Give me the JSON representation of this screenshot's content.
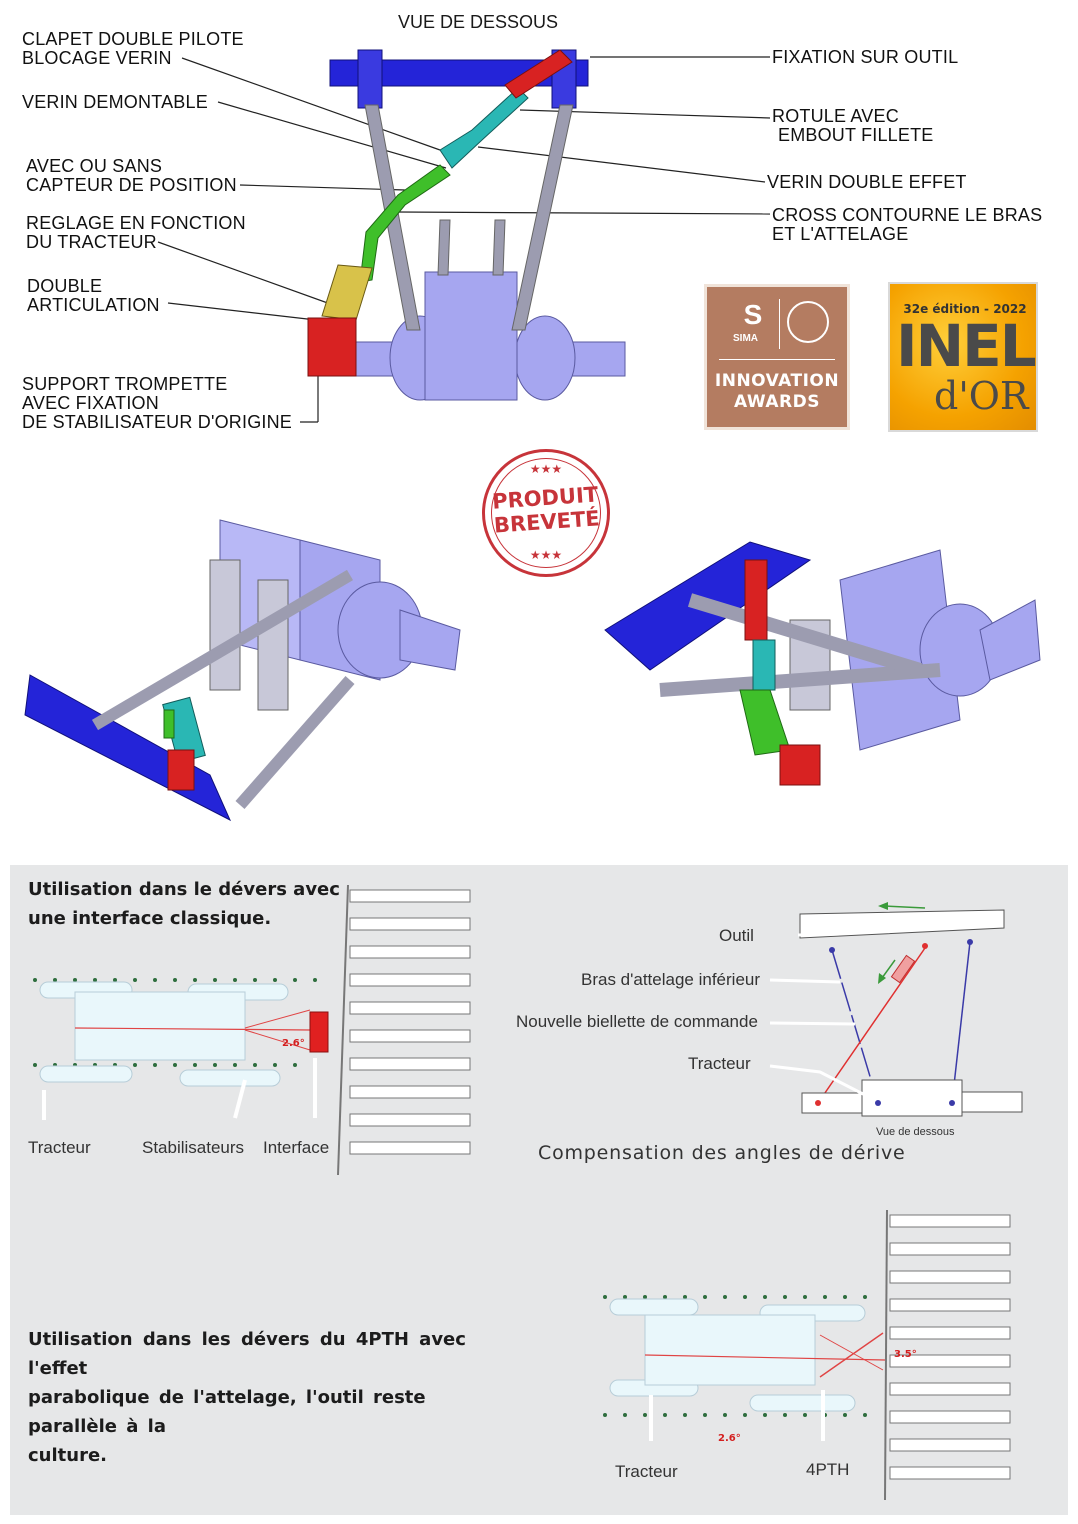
{
  "top_diagram": {
    "view_title": "VUE DE DESSOUS",
    "callouts_left": {
      "clapet_line1": "CLAPET DOUBLE PILOTE",
      "clapet_line2": "BLOCAGE VERIN",
      "verin_demontable": "VERIN DEMONTABLE",
      "capteur_line1": "AVEC OU SANS",
      "capteur_line2": "CAPTEUR DE POSITION",
      "reglage_line1": "REGLAGE EN FONCTION",
      "reglage_line2": "DU TRACTEUR",
      "double_line1": "DOUBLE",
      "double_line2": "ARTICULATION",
      "support_line1": "SUPPORT TROMPETTE",
      "support_line2": "AVEC FIXATION",
      "support_line3": "DE STABILISATEUR D'ORIGINE"
    },
    "callouts_right": {
      "fixation": "FIXATION SUR OUTIL",
      "rotule_line1": "ROTULE AVEC",
      "rotule_line2": "EMBOUT FILLETE",
      "verin_double_effet": "VERIN DOUBLE EFFET",
      "cross_line1": "CROSS CONTOURNE LE BRAS",
      "cross_line2": "ET L'ATTELAGE"
    },
    "colors": {
      "frame_blue": "#2424d8",
      "arm_green": "#3fbf2a",
      "cylinder_cyan": "#2ab7b4",
      "valve_red": "#d82222",
      "body_lavender": "#a6a6f0",
      "link_grey": "#9c9cb0"
    }
  },
  "badges": {
    "sima": {
      "letter": "S",
      "brand": "SIMA",
      "line1": "INNOVATION",
      "line2": "AWARDS"
    },
    "inel": {
      "edition": "32e édition - 2022",
      "word1": "INEL",
      "word2": "d'OR"
    },
    "stamp": {
      "stars": "★★★",
      "line1": "PRODUIT",
      "line2": "BREVETÉ"
    }
  },
  "panel": {
    "block1_line1": "Utilisation dans le dévers avec",
    "block1_line2": "une interface classique.",
    "block1_labels": {
      "tracteur": "Tracteur",
      "stabilisateurs": "Stabilisateurs",
      "interface": "Interface",
      "angle": "2.6°"
    },
    "diagram_labels": {
      "outil": "Outil",
      "bras": "Bras d'attelage inférieur",
      "biellette": "Nouvelle biellette de commande",
      "tracteur": "Tracteur",
      "vue": "Vue de dessous"
    },
    "compensation": "Compensation des angles de dérive",
    "block2_line1": "Utilisation dans les dévers du 4PTH avec l'effet",
    "block2_line2": "parabolique de l'attelage, l'outil reste parallèle à  la",
    "block2_line3": "culture.",
    "block2_labels": {
      "tracteur": "Tracteur",
      "fourpth": "4PTH",
      "angle_a": "3.5°",
      "angle_b": "2.6°"
    }
  }
}
